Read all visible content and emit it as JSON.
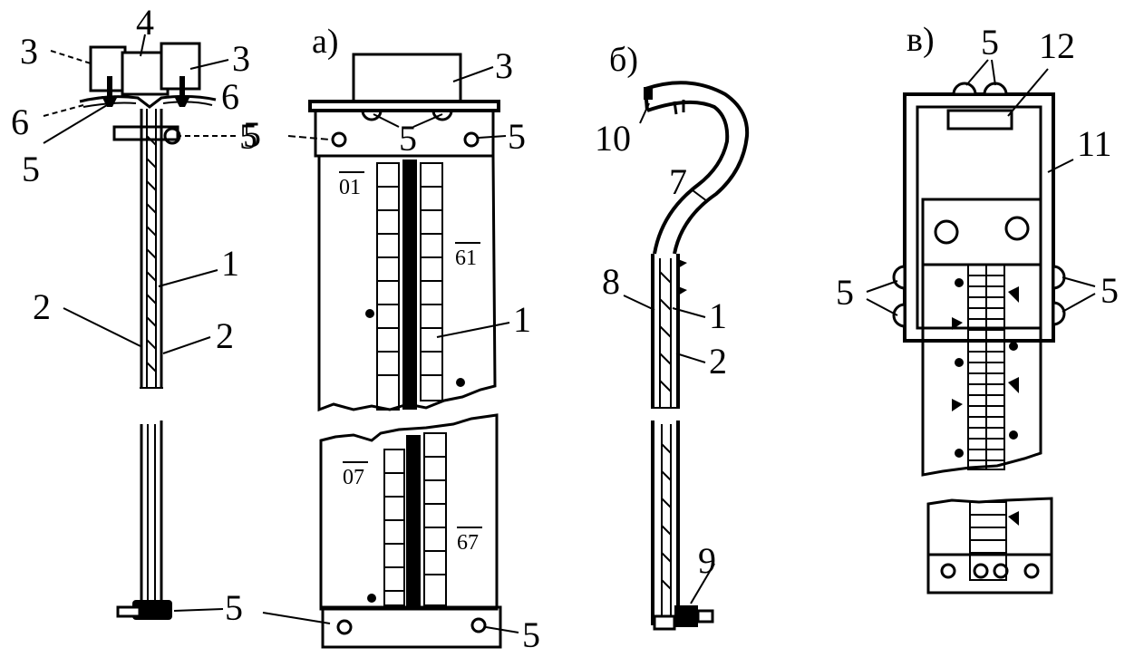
{
  "panel_labels": {
    "a": "а)",
    "b": "б)",
    "v": "в)"
  },
  "left_view": {
    "labels": {
      "l3a": "3",
      "l4": "4",
      "l3b": "3",
      "l6a": "6",
      "l6b": "6",
      "l5a": "5",
      "l5b": "5",
      "l1": "1",
      "l2a": "2",
      "l2b": "2",
      "l5c": "5"
    }
  },
  "panel_a": {
    "labels": {
      "l3": "3",
      "l5a": "5",
      "l5b": "5",
      "l5c": "5",
      "l1": "1",
      "l5d": "5"
    },
    "marks": {
      "m01": "01",
      "m61": "61",
      "m07": "07",
      "m67": "67"
    }
  },
  "panel_b": {
    "labels": {
      "l10": "10",
      "l7": "7",
      "l8": "8",
      "l1": "1",
      "l2": "2",
      "l9": "9"
    }
  },
  "panel_v": {
    "labels": {
      "l5top": "5",
      "l12": "12",
      "l11": "11",
      "l5left": "5",
      "l5right": "5"
    }
  }
}
